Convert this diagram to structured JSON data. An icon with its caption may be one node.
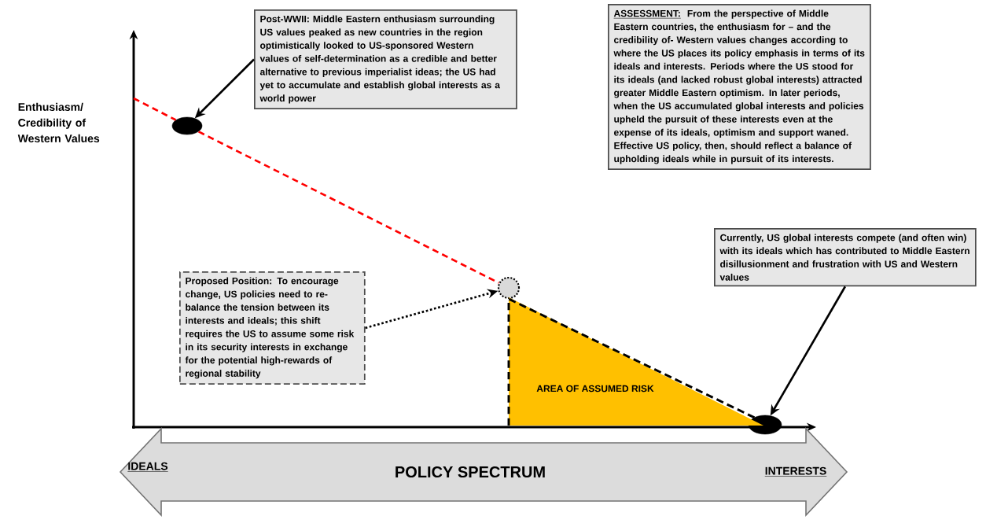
{
  "diagram": {
    "nodes": [
      {
        "text": [
          "Post-WWII: Middle Eastern enthusiasm surrounding US values peaked as new countries in the region optimistically looked to US-sponsored Western values of self-determination as a credible and better alternative to previous imperialist ideas; the US had yet to accumulate and establish global interests as a world power"
        ]
      },
      {
        "text": [],
        "shape": "circle"
      },
      {
        "text": [
          "ASSESSMENT:",
          "From the perspective of Middle Eastern countries, the enthusiasm for – and the credibility of- Western values changes according to where the US places its policy emphasis in terms of its ideals and interests.   Periods where the US stood for its ideals (and lacked robust global interests) attracted greater Middle Eastern optimism.  In later periods, when the US accumulated global interests and policies upheld the pursuit of these interests even at the expense of its ideals, optimism and support waned.  Effective US policy, then, should reflect a balance of upholding ideals while in pursuit of its interests."
        ]
      },
      {
        "text": [
          "Currently, US global interests compete (and often win) with its ideals which has contributed to Middle Eastern disillusionment and frustration with US and Western values"
        ]
      },
      {
        "text": [],
        "shape": "circle"
      },
      {
        "text": [
          "Proposed Position: To encourage change, US policies need to re-balance the tension between its interests and ideals; this shift requires the US to assume some risk in its security interests in exchange for the potential high-rewards of regional stability"
        ]
      },
      {
        "text": [],
        "shape": "circle"
      },
      {
        "text": [
          "AREA OF ASSUMED RISK"
        ]
      },
      {
        "text": [
          "IDEALS",
          "POLICY SPECTRUM",
          "INTERESTS"
        ]
      }
    ],
    "edges": [
      {
        "from": 0,
        "to": 1,
        "arrow": "to"
      },
      {
        "from": 3,
        "to": 4,
        "arrow": "to"
      },
      {
        "from": 5,
        "to": 6,
        "arrow": "to",
        "style": "dashed"
      },
      {
        "from": null,
        "to": 1,
        "arrow": "none",
        "style": "dashed",
        "color": "#ff0000"
      },
      {
        "from": 1,
        "to": 6,
        "arrow": "none",
        "style": "dashed",
        "color": "#ff0000"
      }
    ],
    "labels": [
      "Enthusiasm/ Credibility of Western Values"
    ]
  }
}
